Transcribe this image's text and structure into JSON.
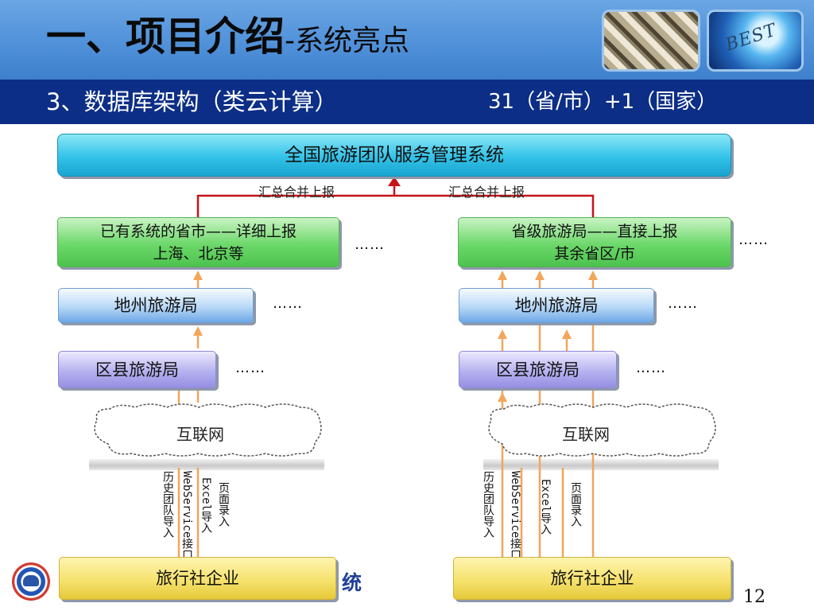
{
  "header": {
    "title_main": "一、项目介绍",
    "title_sub": "-系统亮点",
    "subtitle_left": "3、数据库架构（类云计算）",
    "subtitle_right": "31（省/市）+1（国家）",
    "thumb_text": "BEST"
  },
  "diagram": {
    "top_system": "全国旅游团队服务管理系统",
    "report_left": "汇总合并上报",
    "report_right": "汇总合并上报",
    "left": {
      "top_line1": "已有系统的省市——详细上报",
      "top_line2": "上海、北京等",
      "city": "地州旅游局",
      "county": "区县旅游局",
      "internet": "互联网",
      "agency": "旅行社企业",
      "channels": [
        "历史团队导入",
        "WebService接口",
        "Excel导入",
        "页面录入"
      ]
    },
    "right": {
      "top_line1": "省级旅游局——直接上报",
      "top_line2": "其余省区/市",
      "city": "地州旅游局",
      "county": "区县旅游局",
      "internet": "互联网",
      "agency": "旅行社企业",
      "channels": [
        "历史团队导入",
        "WebService接口",
        "Excel导入",
        "页面录入"
      ]
    },
    "ellipsis": "……"
  },
  "footer": {
    "text": "统",
    "page_number": "12"
  },
  "colors": {
    "header_band": "#4e8fd8",
    "subtitle_band": "#0c2e86",
    "top_system": "#33c2e8",
    "provincial": "#6cd86a",
    "city": "#b8d8f7",
    "county": "#b6b2f0",
    "agency": "#f6e26e",
    "connector_orange": "#f2a65a",
    "connector_red": "#c4141a"
  }
}
